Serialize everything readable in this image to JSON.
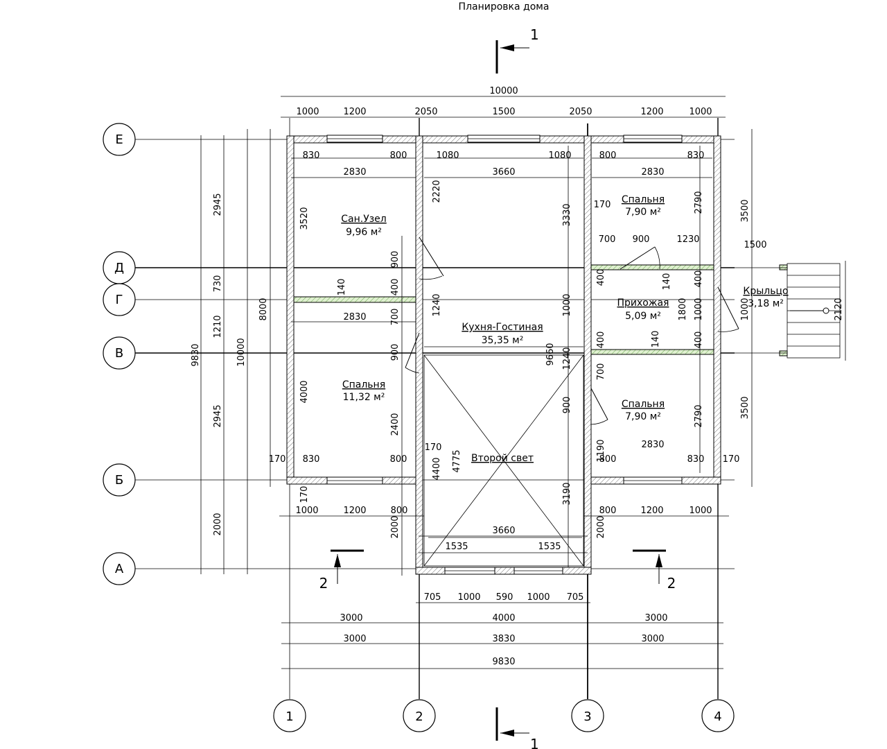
{
  "title": "Планировка дома",
  "axes": {
    "columns": [
      "1",
      "2",
      "3",
      "4"
    ],
    "rows": [
      "Е",
      "Д",
      "Г",
      "В",
      "Б",
      "А"
    ]
  },
  "sections": {
    "s1": "1",
    "s2": "2"
  },
  "rooms": {
    "bathroom": {
      "name": "Сан.Узел",
      "area": "9,96 м²"
    },
    "bedroom_top_right": {
      "name": "Спальня",
      "area": "7,90 м²"
    },
    "hall": {
      "name": "Прихожая",
      "area": "5,09 м²"
    },
    "porch": {
      "name": "Крыльцо",
      "area": "3,18 м²"
    },
    "kitchen": {
      "name": "Кухня-Гостиная",
      "area": "35,35 м²"
    },
    "bedroom_left": {
      "name": "Спальня",
      "area": "11,32 м²"
    },
    "bedroom_bottom_right": {
      "name": "Спальня",
      "area": "7,90 м²"
    },
    "second_light": {
      "name": "Второй свет"
    }
  },
  "dims": {
    "top_total": "10000",
    "top_chain": [
      "1000",
      "1200",
      "2050",
      "1500",
      "2050",
      "1200",
      "1000"
    ],
    "inner_top_left": [
      "830",
      "800"
    ],
    "inner_top_mid": [
      "1080",
      "1080"
    ],
    "inner_top_right": [
      "800",
      "830"
    ],
    "room_w_left": "2830",
    "room_w_mid": "3660",
    "room_w_right": "2830",
    "left_outer": [
      "2945",
      "730",
      "1210",
      "2945",
      "2000"
    ],
    "left_total_a": "9830",
    "left_total_b": "10000",
    "left_total_c": "8000",
    "v3520": "3520",
    "v2220": "2220",
    "v3330": "3330",
    "v2790": "2790",
    "v3500": "3500",
    "v170": "170",
    "v700": "700",
    "v900": "900",
    "v1230": "1230",
    "v1500": "1500",
    "v140": "140",
    "v400": "400",
    "v1240": "1240",
    "v1000": "1000",
    "v1800": "1800",
    "v2120": "2120",
    "v9660": "9660",
    "v4000": "4000",
    "v2400": "2400",
    "v4400": "4400",
    "v4775": "4775",
    "v3190": "3190",
    "v1190": "1190",
    "v2000": "2000",
    "bottom_1200": "1200",
    "bottom_3660": "3660",
    "bottom_1535": "1535",
    "bottom_chain": [
      "705",
      "1000",
      "590",
      "1000",
      "705"
    ],
    "bottom_row1": [
      "3000",
      "4000",
      "3000"
    ],
    "bottom_row2": [
      "3000",
      "3830",
      "3000"
    ],
    "bottom_total": "9830"
  }
}
